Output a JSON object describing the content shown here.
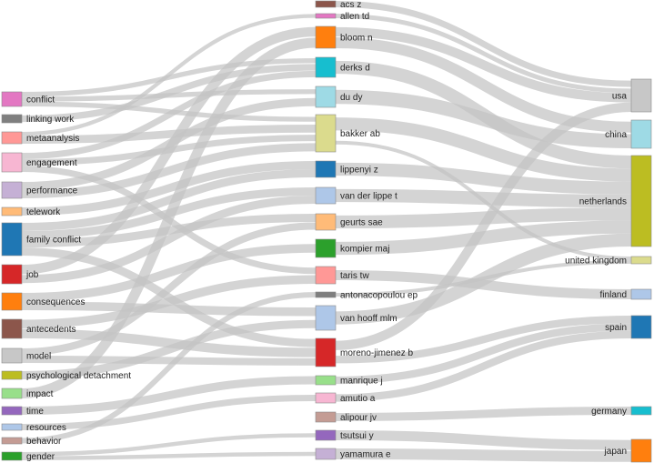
{
  "chart_data": {
    "type": "sankey",
    "columns": [
      {
        "name": "",
        "nodes": [
          {
            "label": "conflict",
            "color": "#e377c2"
          },
          {
            "label": "linking work",
            "color": "#7f7f7f"
          },
          {
            "label": "metaanalysis",
            "color": "#ff9896"
          },
          {
            "label": "engagement",
            "color": "#f7b6d2"
          },
          {
            "label": "performance",
            "color": "#c5b0d5"
          },
          {
            "label": "telework",
            "color": "#ffbb78"
          },
          {
            "label": "family conflict",
            "color": "#1f77b4"
          },
          {
            "label": "job",
            "color": "#d62728"
          },
          {
            "label": "consequences",
            "color": "#ff7f0e"
          },
          {
            "label": "antecedents",
            "color": "#8c564b"
          },
          {
            "label": "model",
            "color": "#c7c7c7"
          },
          {
            "label": "psychological detachment",
            "color": "#bcbd22"
          },
          {
            "label": "impact",
            "color": "#98df8a"
          },
          {
            "label": "time",
            "color": "#9467bd"
          },
          {
            "label": "resources",
            "color": "#aec7e8"
          },
          {
            "label": "behavior",
            "color": "#c49c94"
          },
          {
            "label": "gender",
            "color": "#2ca02c"
          }
        ]
      },
      {
        "name": "",
        "nodes": [
          {
            "label": "acs z",
            "color": "#8c564b"
          },
          {
            "label": "allen td",
            "color": "#e377c2"
          },
          {
            "label": "bloom n",
            "color": "#ff7f0e"
          },
          {
            "label": "derks d",
            "color": "#17becf"
          },
          {
            "label": "du dy",
            "color": "#9edae5"
          },
          {
            "label": "bakker ab",
            "color": "#dbdb8d"
          },
          {
            "label": "lippenyi z",
            "color": "#1f77b4"
          },
          {
            "label": "van der lippe t",
            "color": "#aec7e8"
          },
          {
            "label": "geurts sae",
            "color": "#ffbb78"
          },
          {
            "label": "kompier maj",
            "color": "#2ca02c"
          },
          {
            "label": "taris tw",
            "color": "#ff9896"
          },
          {
            "label": "antonacopoulou ep",
            "color": "#7f7f7f"
          },
          {
            "label": "van hooff mlm",
            "color": "#aec7e8"
          },
          {
            "label": "moreno-jimenez b",
            "color": "#d62728"
          },
          {
            "label": "manrique j",
            "color": "#98df8a"
          },
          {
            "label": "amutio a",
            "color": "#f7b6d2"
          },
          {
            "label": "alipour jv",
            "color": "#c49c94"
          },
          {
            "label": "tsutsui y",
            "color": "#9467bd"
          },
          {
            "label": "yamamura e",
            "color": "#c5b0d5"
          }
        ]
      },
      {
        "name": "",
        "nodes": [
          {
            "label": "usa",
            "color": "#c7c7c7"
          },
          {
            "label": "china",
            "color": "#9edae5"
          },
          {
            "label": "netherlands",
            "color": "#bcbd22"
          },
          {
            "label": "united kingdom",
            "color": "#dbdb8d"
          },
          {
            "label": "finland",
            "color": "#aec7e8"
          },
          {
            "label": "spain",
            "color": "#1f77b4"
          },
          {
            "label": "germany",
            "color": "#17becf"
          },
          {
            "label": "japan",
            "color": "#ff7f0e"
          }
        ]
      }
    ],
    "links": [
      {
        "source": "conflict",
        "target": "derks d",
        "value": 1
      },
      {
        "source": "conflict",
        "target": "du dy",
        "value": 1
      },
      {
        "source": "conflict",
        "target": "bakker ab",
        "value": 1
      },
      {
        "source": "linking work",
        "target": "derks d",
        "value": 1
      },
      {
        "source": "metaanalysis",
        "target": "bakker ab",
        "value": 1
      },
      {
        "source": "metaanalysis",
        "target": "allen td",
        "value": 0.5
      },
      {
        "source": "engagement",
        "target": "bakker ab",
        "value": 1
      },
      {
        "source": "engagement",
        "target": "derks d",
        "value": 1
      },
      {
        "source": "engagement",
        "target": "taris tw",
        "value": 1
      },
      {
        "source": "performance",
        "target": "bakker ab",
        "value": 1
      },
      {
        "source": "performance",
        "target": "du dy",
        "value": 1
      },
      {
        "source": "telework",
        "target": "lippenyi z",
        "value": 1
      },
      {
        "source": "family conflict",
        "target": "lippenyi z",
        "value": 1
      },
      {
        "source": "family conflict",
        "target": "van der lippe t",
        "value": 1
      },
      {
        "source": "family conflict",
        "target": "geurts sae",
        "value": 1
      },
      {
        "source": "family conflict",
        "target": "moreno-jimenez b",
        "value": 1
      },
      {
        "source": "job",
        "target": "bloom n",
        "value": 1
      },
      {
        "source": "job",
        "target": "van der lippe t",
        "value": 1
      },
      {
        "source": "consequences",
        "target": "kompier maj",
        "value": 1
      },
      {
        "source": "consequences",
        "target": "van hooff mlm",
        "value": 1
      },
      {
        "source": "antecedents",
        "target": "moreno-jimenez b",
        "value": 1
      },
      {
        "source": "antecedents",
        "target": "taris tw",
        "value": 1
      },
      {
        "source": "model",
        "target": "geurts sae",
        "value": 1
      },
      {
        "source": "model",
        "target": "moreno-jimenez b",
        "value": 1
      },
      {
        "source": "psychological detachment",
        "target": "van hooff mlm",
        "value": 1
      },
      {
        "source": "impact",
        "target": "bloom n",
        "value": 1
      },
      {
        "source": "time",
        "target": "manrique j",
        "value": 1
      },
      {
        "source": "resources",
        "target": "amutio a",
        "value": 1
      },
      {
        "source": "behavior",
        "target": "antonacopoulou ep",
        "value": 1
      },
      {
        "source": "gender",
        "target": "tsutsui y",
        "value": 1
      },
      {
        "source": "gender",
        "target": "yamamura e",
        "value": 1
      },
      {
        "source": "acs z",
        "target": "usa",
        "value": 1
      },
      {
        "source": "allen td",
        "target": "usa",
        "value": 0.5
      },
      {
        "source": "bloom n",
        "target": "usa",
        "value": 1
      },
      {
        "source": "bloom n",
        "target": "china",
        "value": 1
      },
      {
        "source": "derks d",
        "target": "netherlands",
        "value": 1
      },
      {
        "source": "du dy",
        "target": "china",
        "value": 1
      },
      {
        "source": "bakker ab",
        "target": "netherlands",
        "value": 1
      },
      {
        "source": "bakker ab",
        "target": "united kingdom",
        "value": 1
      },
      {
        "source": "lippenyi z",
        "target": "netherlands",
        "value": 1
      },
      {
        "source": "van der lippe t",
        "target": "netherlands",
        "value": 1
      },
      {
        "source": "geurts sae",
        "target": "netherlands",
        "value": 1
      },
      {
        "source": "kompier maj",
        "target": "netherlands",
        "value": 1
      },
      {
        "source": "taris tw",
        "target": "finland",
        "value": 1
      },
      {
        "source": "antonacopoulou ep",
        "target": "united kingdom",
        "value": 1
      },
      {
        "source": "van hooff mlm",
        "target": "netherlands",
        "value": 1
      },
      {
        "source": "moreno-jimenez b",
        "target": "spain",
        "value": 1
      },
      {
        "source": "moreno-jimenez b",
        "target": "usa",
        "value": 1
      },
      {
        "source": "manrique j",
        "target": "spain",
        "value": 1
      },
      {
        "source": "amutio a",
        "target": "spain",
        "value": 1
      },
      {
        "source": "alipour jv",
        "target": "germany",
        "value": 1
      },
      {
        "source": "tsutsui y",
        "target": "japan",
        "value": 1
      },
      {
        "source": "yamamura e",
        "target": "japan",
        "value": 1
      }
    ]
  }
}
